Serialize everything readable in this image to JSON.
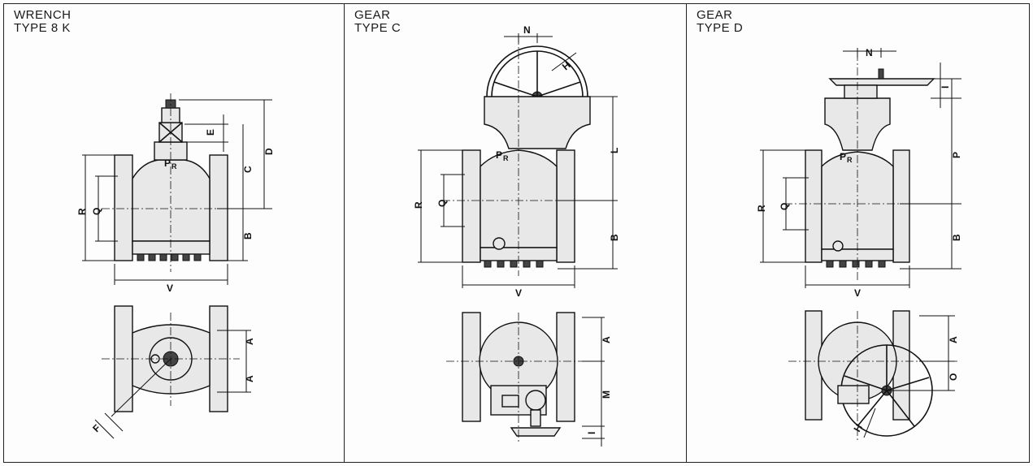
{
  "panels": [
    {
      "line1": "WRENCH",
      "line2": "TYPE 8 K",
      "labels": {
        "E": "E",
        "C": "C",
        "D": "D",
        "R": "R",
        "Q": "Q",
        "B": "B",
        "V": "V",
        "A1": "A",
        "A2": "A",
        "F": "F",
        "P": "P",
        "Rs": "R"
      }
    },
    {
      "line1": "GEAR",
      "line2": "TYPE C",
      "labels": {
        "N": "N",
        "H": "H",
        "L": "L",
        "R": "R",
        "Q": "Q",
        "B": "B",
        "V": "V",
        "A": "A",
        "M": "M",
        "I": "I",
        "P": "P",
        "Rs": "R"
      }
    },
    {
      "line1": "GEAR",
      "line2": "TYPE D",
      "labels": {
        "N": "N",
        "I": "I",
        "P2": "P",
        "R": "R",
        "Q": "Q",
        "B": "B",
        "V": "V",
        "A": "A",
        "O": "O",
        "H": "H",
        "P": "P",
        "Rs": "R"
      }
    }
  ],
  "colors": {
    "ink": "#111111",
    "paper": "#fdfdfd"
  }
}
